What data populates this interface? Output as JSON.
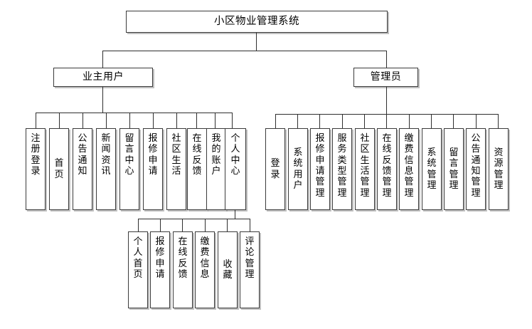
{
  "diagram": {
    "title": "小区物业管理系统",
    "type": "tree",
    "orientation": "top-down",
    "background_color": "#ffffff",
    "box_border_color": "#3b3b3b",
    "line_color": "#2f2f2f",
    "shadow_color": "#8c8c8c",
    "root": {
      "label": "小区物业管理系统"
    },
    "branches": [
      {
        "id": "owner",
        "label": "业主用户",
        "children": [
          {
            "label": "注册登录"
          },
          {
            "label": "首页"
          },
          {
            "label": "公告通知"
          },
          {
            "label": "新闻资讯"
          },
          {
            "label": "留言中心"
          },
          {
            "label": "报修申请"
          },
          {
            "label": "社区生活"
          },
          {
            "label": "在线反馈"
          },
          {
            "label": "我的账户"
          },
          {
            "label": "个人中心",
            "children": [
              {
                "label": "个人首页"
              },
              {
                "label": "报修申请"
              },
              {
                "label": "在线反馈"
              },
              {
                "label": "缴费信息"
              },
              {
                "label": "收藏"
              },
              {
                "label": "评论管理"
              }
            ]
          }
        ]
      },
      {
        "id": "admin",
        "label": "管理员",
        "children": [
          {
            "label": "登录"
          },
          {
            "label": "系统用户"
          },
          {
            "label": "报修申请管理"
          },
          {
            "label": "服务类型管理"
          },
          {
            "label": "社区生活管理"
          },
          {
            "label": "在线反馈管理"
          },
          {
            "label": "缴费信息管理"
          },
          {
            "label": "系统管理"
          },
          {
            "label": "留言管理"
          },
          {
            "label": "公告通知管理"
          },
          {
            "label": "资源管理"
          }
        ]
      }
    ]
  }
}
